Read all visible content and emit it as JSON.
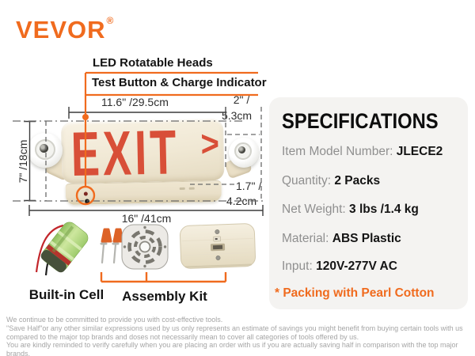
{
  "brand": {
    "logo_text": "VEVOR",
    "registered_mark": "®"
  },
  "callouts": {
    "led_heads": "LED Rotatable Heads",
    "test_button": "Test Button & Charge Indicator"
  },
  "dimensions": {
    "sign_width": "11.6\" /29.5cm",
    "head_width_line1": "2\" /",
    "head_width_line2": "5.3cm",
    "sign_height": "7\" /18cm",
    "canopy_line1": "1.7\" /",
    "canopy_line2": "4.2cm",
    "total_width": "16\" /41cm"
  },
  "product": {
    "sign_text": "EXIT",
    "arrow_glyph": ">"
  },
  "items": {
    "battery_label": "Built-in Cell",
    "kit_label": "Assembly Kit"
  },
  "specifications": {
    "title": "SPECIFICATIONS",
    "rows": [
      {
        "label": "Item Model Number: ",
        "value": "JLECE2"
      },
      {
        "label": "Quantity: ",
        "value": "2 Packs"
      },
      {
        "label": "Net Weight: ",
        "value": "3 lbs /1.4 kg"
      },
      {
        "label": "Material: ",
        "value": "ABS Plastic"
      },
      {
        "label": "Input: ",
        "value": "120V-277V AC"
      }
    ],
    "note": "* Packing with Pearl Cotton"
  },
  "footer": {
    "lines": [
      "We continue to be committed to provide you with cost-effective tools.",
      "\"Save Half\"or any other similar expressions used by us only represents an estimate of savings you might benefit from buying certain tools with us",
      "compared to the major top brands and doses not necessarily mean to cover all categories of tools offered by us.",
      "You are kindly reminded to verify carefully when you are placing an order with us if you are actually saving half in comparison with the top major brands."
    ]
  },
  "colors": {
    "accent_orange": "#f06b1e",
    "exit_red": "#d84f38",
    "body_cream": "#f0e8d4",
    "panel_gray": "#f4f3f1",
    "footer_gray": "#a5a5a5"
  }
}
